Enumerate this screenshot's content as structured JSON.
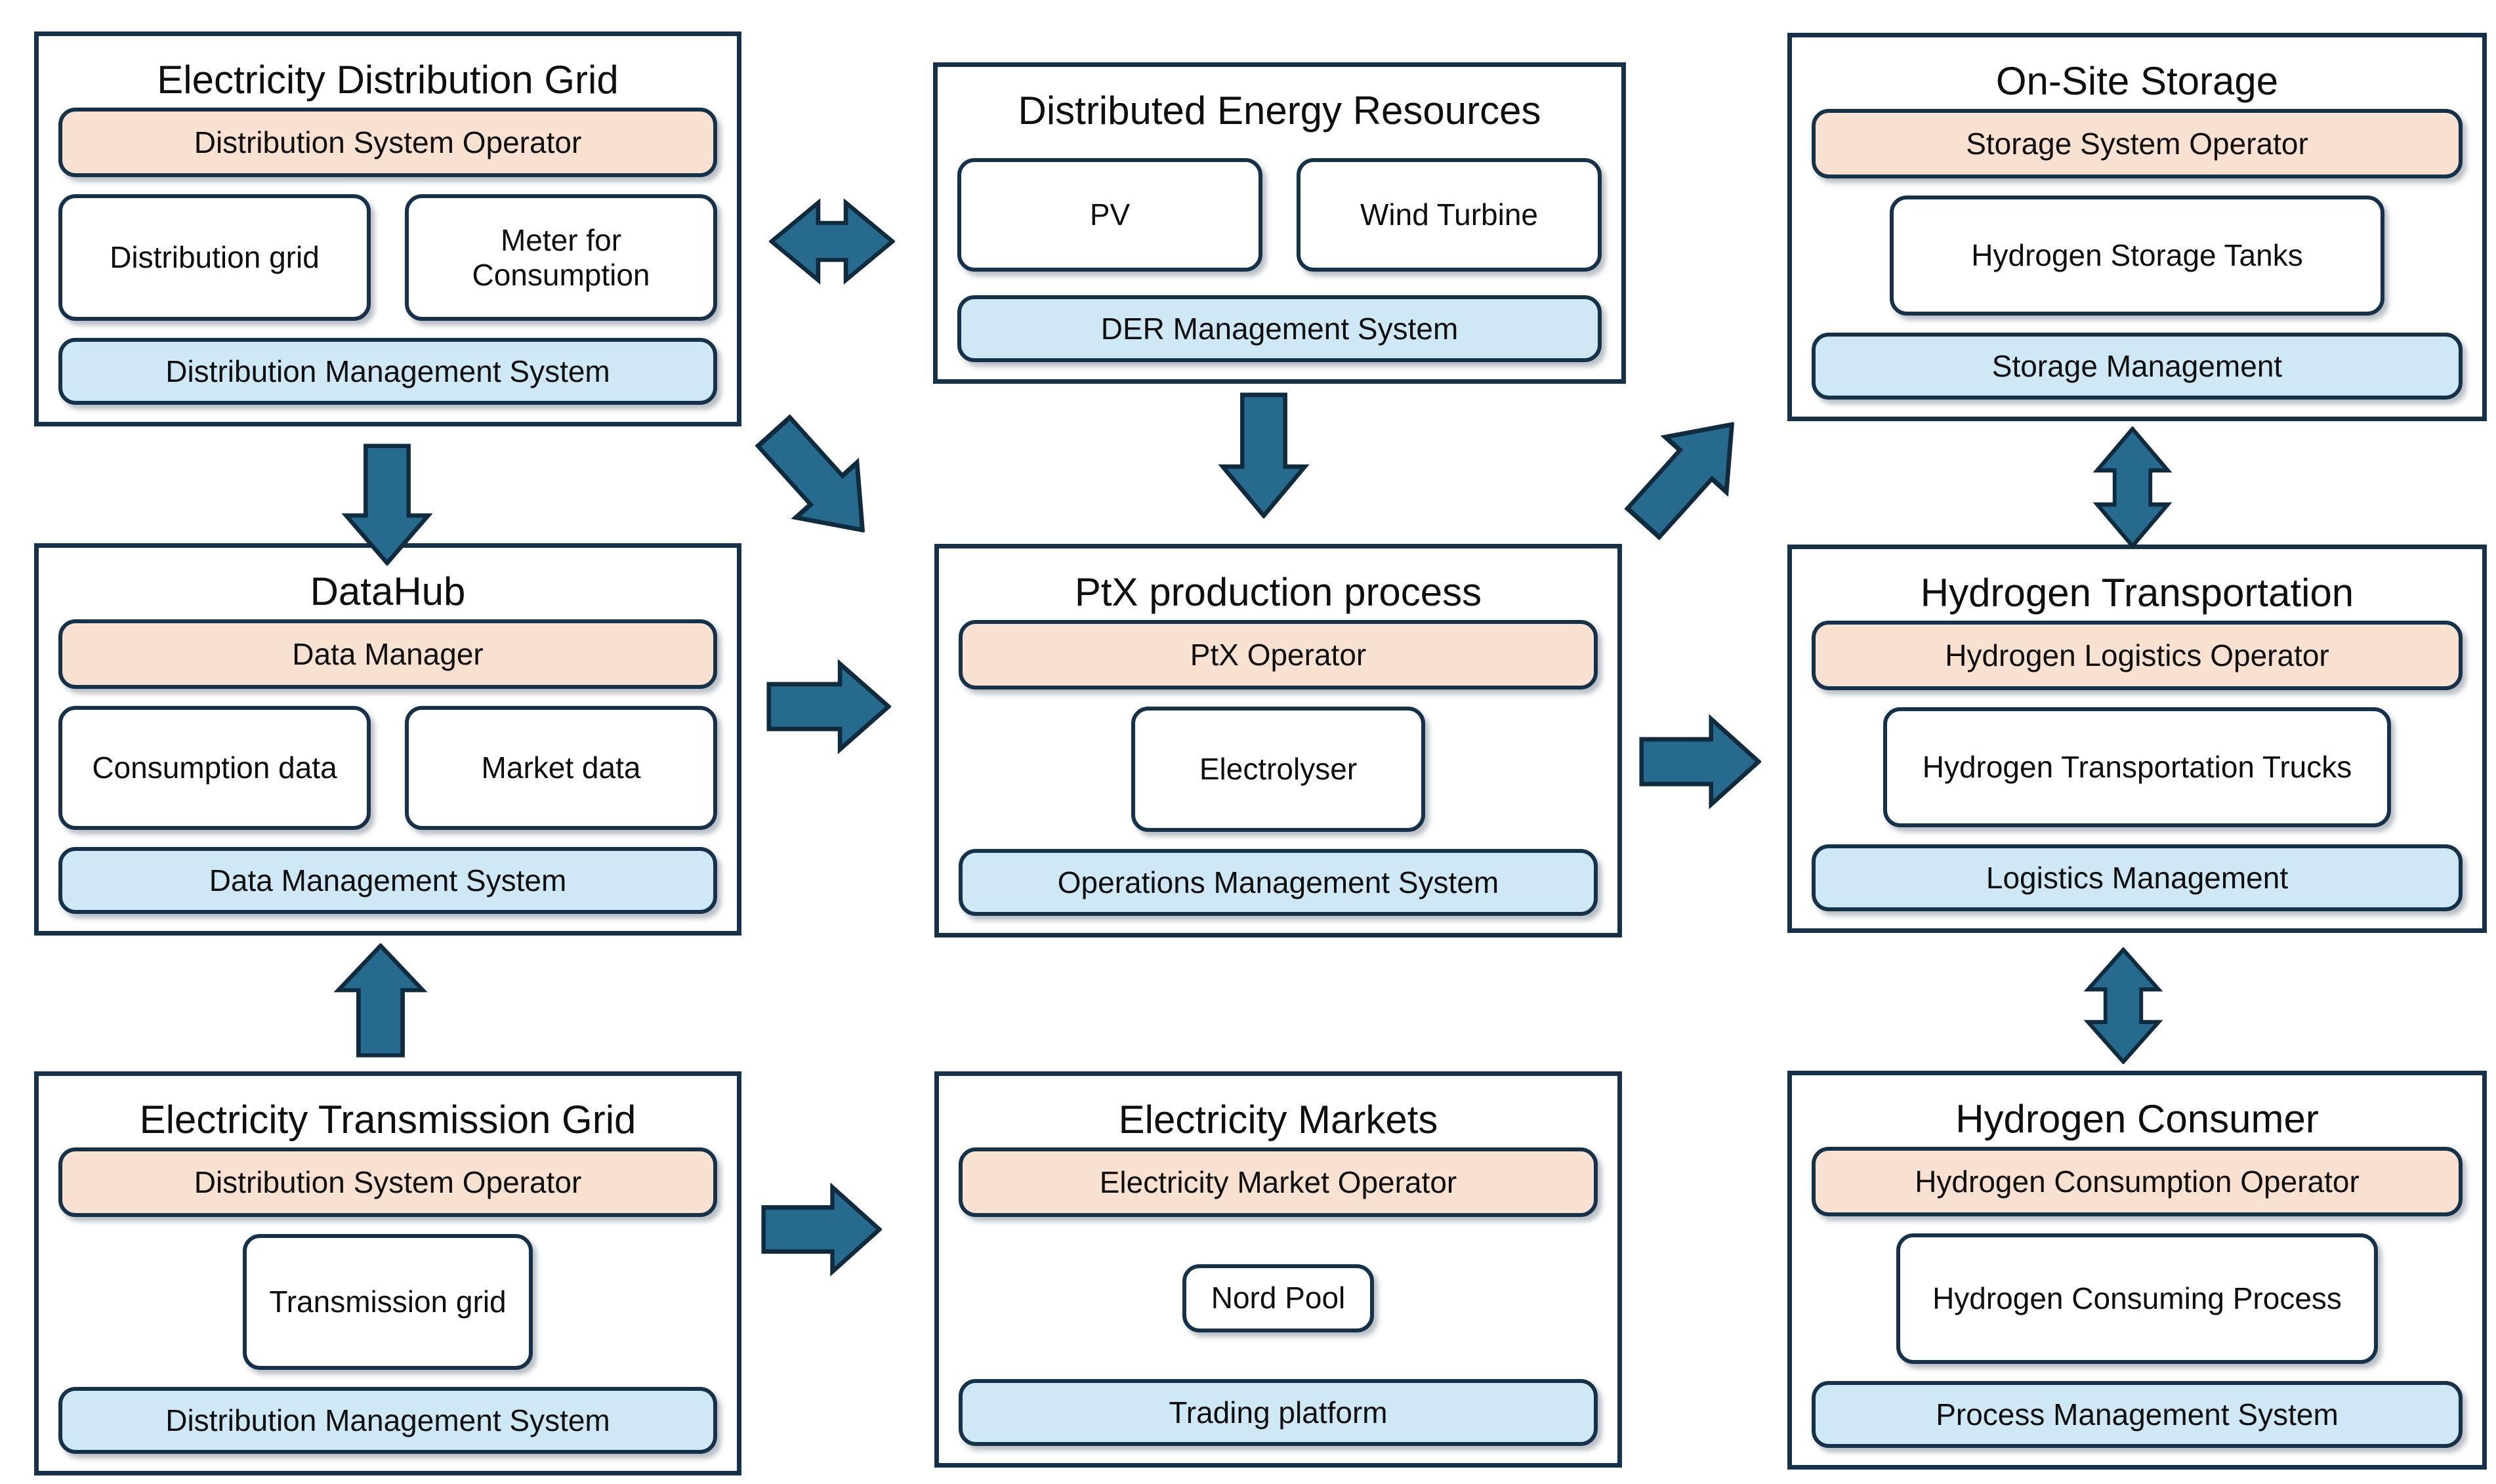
{
  "figure": {
    "colors": {
      "card_border": "#16324b",
      "operator_fill": "#f9e1d1",
      "system_fill": "#cfe8f6",
      "asset_fill": "#ffffff",
      "arrow_fill": "#266b8d",
      "arrow_outline": "#102a3e",
      "background": "#ffffff",
      "text": "#0e0e0e"
    },
    "cards": [
      {
        "id": "electricity-distribution-grid",
        "title": "Electricity Distribution Grid",
        "operator": "Distribution System Operator",
        "assets": [
          "Distribution grid",
          "Meter for Consumption"
        ],
        "system": "Distribution Management System"
      },
      {
        "id": "distributed-energy-resources",
        "title": "Distributed Energy Resources",
        "assets": [
          "PV",
          "Wind Turbine"
        ],
        "system": "DER Management System"
      },
      {
        "id": "on-site-storage",
        "title": "On-Site Storage",
        "operator": "Storage System Operator",
        "assets": [
          "Hydrogen Storage Tanks"
        ],
        "system": "Storage Management"
      },
      {
        "id": "datahub",
        "title": "DataHub",
        "operator": "Data Manager",
        "assets": [
          "Consumption data",
          "Market data"
        ],
        "system": "Data Management System"
      },
      {
        "id": "ptx-production-process",
        "title": "PtX production process",
        "operator": "PtX Operator",
        "assets": [
          "Electrolyser"
        ],
        "system": "Operations Management System"
      },
      {
        "id": "hydrogen-transportation",
        "title": "Hydrogen Transportation",
        "operator": "Hydrogen Logistics Operator",
        "assets": [
          "Hydrogen Transportation Trucks"
        ],
        "system": "Logistics Management"
      },
      {
        "id": "electricity-transmission-grid",
        "title": "Electricity Transmission Grid",
        "operator": "Distribution System Operator",
        "assets": [
          "Transmission grid"
        ],
        "system": "Distribution Management System"
      },
      {
        "id": "electricity-markets",
        "title": "Electricity Markets",
        "operator": "Electricity Market Operator",
        "assets": [
          "Nord Pool"
        ],
        "system": "Trading platform"
      },
      {
        "id": "hydrogen-consumer",
        "title": "Hydrogen Consumer",
        "operator": "Hydrogen Consumption Operator",
        "assets": [
          "Hydrogen Consuming Process"
        ],
        "system": "Process Management System"
      }
    ],
    "connections": [
      {
        "from": "electricity-distribution-grid",
        "to": "distributed-energy-resources",
        "style": "double-horizontal"
      },
      {
        "from": "electricity-distribution-grid",
        "to": "datahub",
        "style": "down"
      },
      {
        "from": "electricity-distribution-grid",
        "to": "ptx-production-process",
        "style": "bent-down-right"
      },
      {
        "from": "distributed-energy-resources",
        "to": "ptx-production-process",
        "style": "down"
      },
      {
        "from": "ptx-production-process",
        "to": "on-site-storage",
        "style": "bent-up-right"
      },
      {
        "from": "on-site-storage",
        "to": "hydrogen-transportation",
        "style": "double-vertical"
      },
      {
        "from": "datahub",
        "to": "ptx-production-process",
        "style": "right"
      },
      {
        "from": "ptx-production-process",
        "to": "hydrogen-transportation",
        "style": "right"
      },
      {
        "from": "hydrogen-transportation",
        "to": "hydrogen-consumer",
        "style": "double-vertical"
      },
      {
        "from": "electricity-transmission-grid",
        "to": "datahub",
        "style": "up"
      },
      {
        "from": "electricity-transmission-grid",
        "to": "electricity-markets",
        "style": "right"
      }
    ]
  }
}
